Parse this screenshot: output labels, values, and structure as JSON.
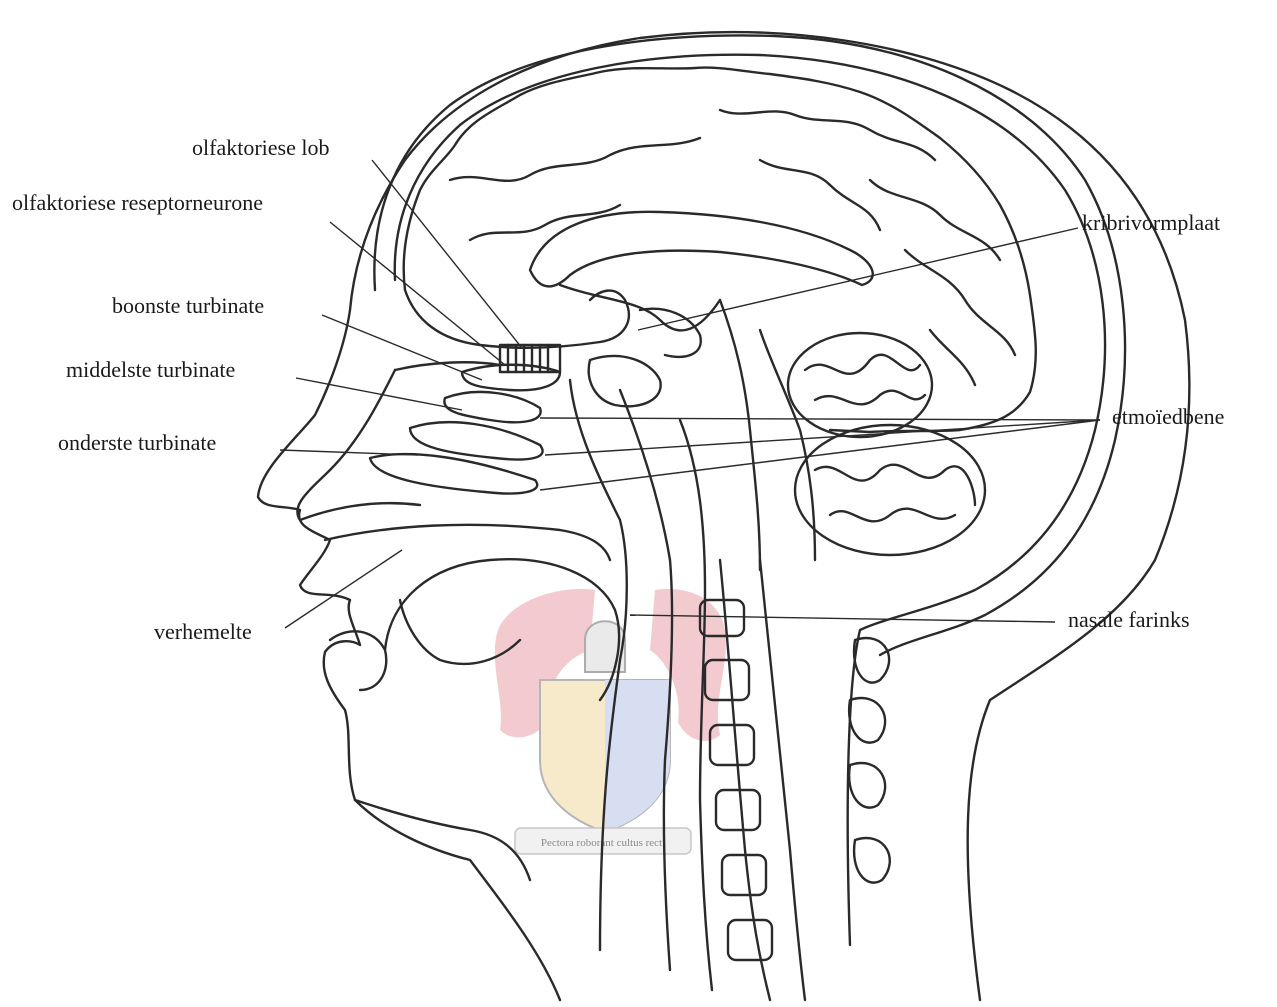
{
  "diagram": {
    "labels": {
      "olfactory_lobe": "olfaktoriese lob",
      "olfactory_receptor_neurons": "olfaktoriese reseptorneurone",
      "superior_turbinate": "boonste turbinate",
      "middle_turbinate": "middelste turbinate",
      "inferior_turbinate": "onderste turbinate",
      "palate": "verhemelte",
      "cribriform_plate": "kribrivormplaat",
      "ethmoid_bones": "etmoïedbene",
      "nasal_pharynx": "nasale farinks"
    },
    "watermark": {
      "motto": "Pectora roborant cultus recti",
      "colors": {
        "mantling": "#e8a0a8",
        "shield_left": "#f2d9a0",
        "shield_right": "#b8c4e8",
        "ink": "#2a2a2a"
      }
    },
    "colors": {
      "line": "#2a2a2a",
      "background": "#ffffff"
    }
  }
}
